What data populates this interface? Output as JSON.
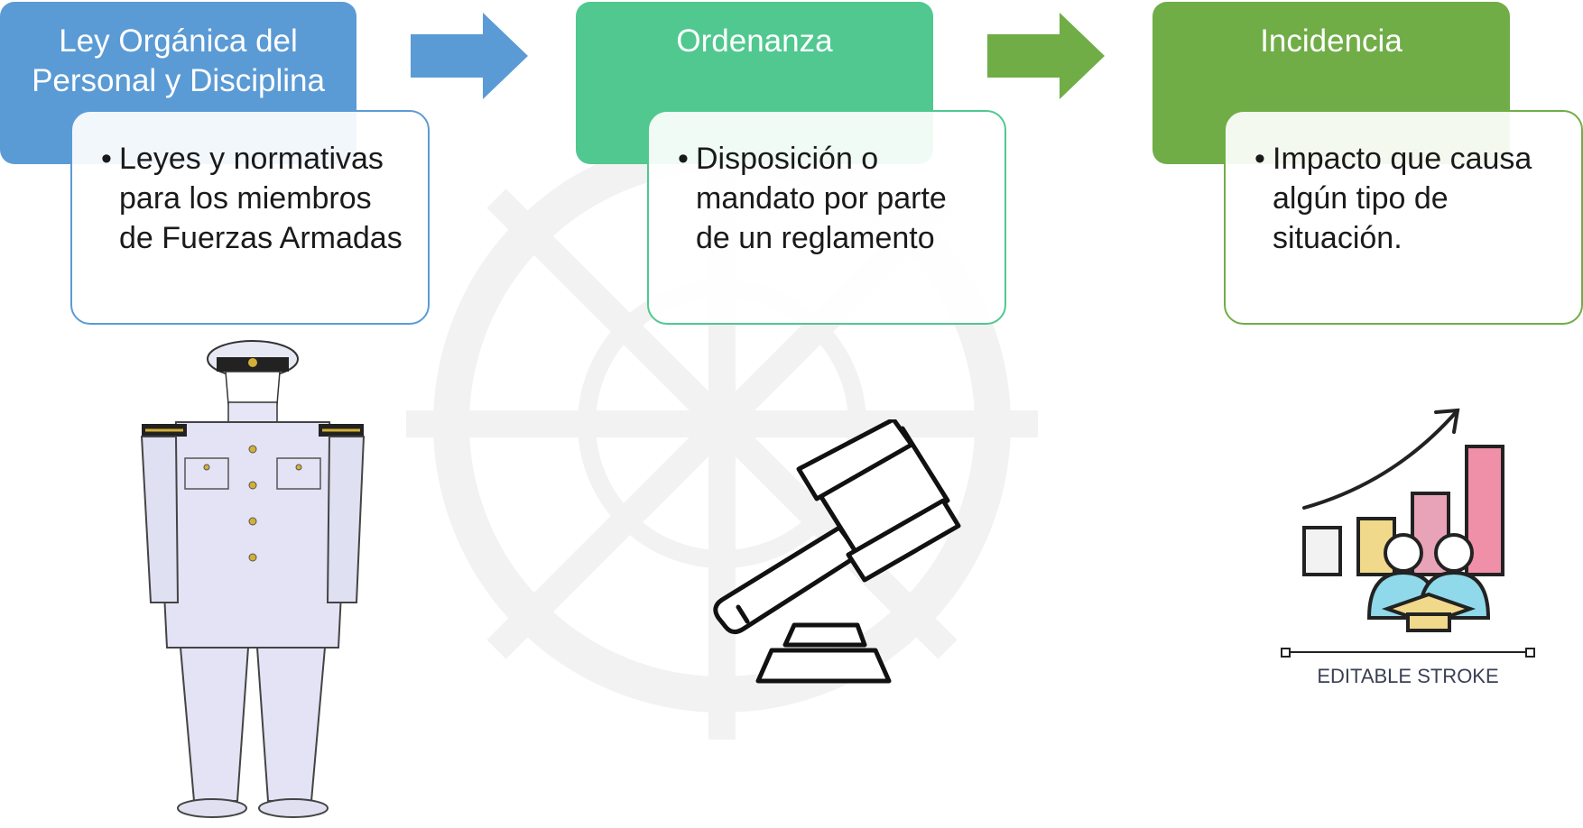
{
  "steps": [
    {
      "title": "Ley Orgánica del Personal y Disciplina",
      "bullet": "Leyes y normativas para los miembros de Fuerzas Armadas",
      "color": "#5b9bd5"
    },
    {
      "title": "Ordenanza",
      "bullet": "Disposición o mandato por parte de un reglamento",
      "color": "#50c88f"
    },
    {
      "title": "Incidencia",
      "bullet": "Impacto que causa algún tipo de situación.",
      "color": "#70ad47"
    }
  ],
  "illustrations": {
    "uniform": "naval-officer-uniform-icon",
    "gavel": "gavel-icon",
    "chart": "growth-chart-people-icon",
    "chart_caption": "EDITABLE STROKE"
  }
}
